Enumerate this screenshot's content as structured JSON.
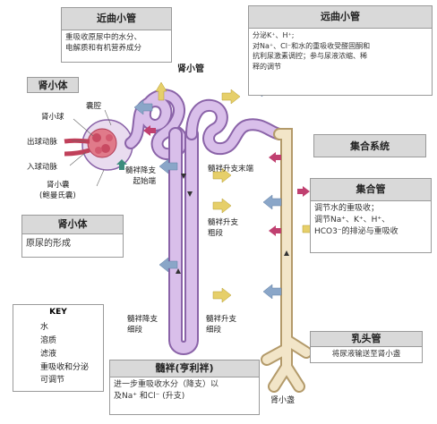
{
  "distal": {
    "title": "远曲小管",
    "lines": [
      "分泌K⁺、H⁺;",
      "对Na⁺、Cl⁻和水的重吸收受醛固酮和",
      "抗利尿激素调控；参与尿液浓缩、稀",
      "释的调节"
    ]
  },
  "proximal": {
    "title": "近曲小管",
    "lines": [
      "重吸收原尿中的水分、",
      "电解质和有机营养成分"
    ]
  },
  "nephron_label": "肾小管",
  "renal_corpuscle_top": {
    "title": "肾小体",
    "glomerulus": "肾小球",
    "capsule_space": "囊腔",
    "efferent": "出球动脉",
    "afferent": "入球动脉",
    "capsule_line1": "肾小囊",
    "capsule_line2": "(鲍曼氏囊)"
  },
  "renal_corpuscle_box": {
    "title": "肾小体",
    "body": "原尿的形成"
  },
  "collecting_system": "集合系统",
  "collecting_duct": {
    "title": "集合管",
    "lines": [
      "调节水的重吸收；",
      "调节Na⁺、K⁺、H⁺、",
      "HCO3⁻的排泌与重吸收"
    ]
  },
  "loop_labels": {
    "desc_thick": [
      "髓袢降支",
      "起始端"
    ],
    "asc_end": "髓袢升支末端",
    "asc_thick": [
      "髓袢升支",
      "粗段"
    ],
    "desc_thin": [
      "髓袢降支",
      "细段"
    ],
    "asc_thin": [
      "髓袢升支",
      "细段"
    ]
  },
  "key": {
    "title": "KEY",
    "items": [
      "水",
      "溶质",
      "滤液",
      "重吸收和分泌",
      "可调节"
    ]
  },
  "loop_box": {
    "title": "髓袢(亨利袢)",
    "lines": [
      "进一步重吸收水分（降支）以",
      "及Na⁺ 和Cl⁻ (升支)"
    ]
  },
  "papillary": {
    "title": "乳头管",
    "body": "将尿液输送至肾小盏"
  },
  "minor_calyx": "肾小盏",
  "colors": {
    "tubule": "#c9a6e0",
    "tubule_edge": "#8a63a8",
    "collecting": "#eee0c0",
    "collecting_edge": "#b39a6a",
    "water_arrow": "#8aa6c8",
    "solute_arrow": "#e6cf6a",
    "filtrate_arrow": "#3c8c7c",
    "regulated": "#c04070",
    "header_bg": "#d9d9d9"
  }
}
